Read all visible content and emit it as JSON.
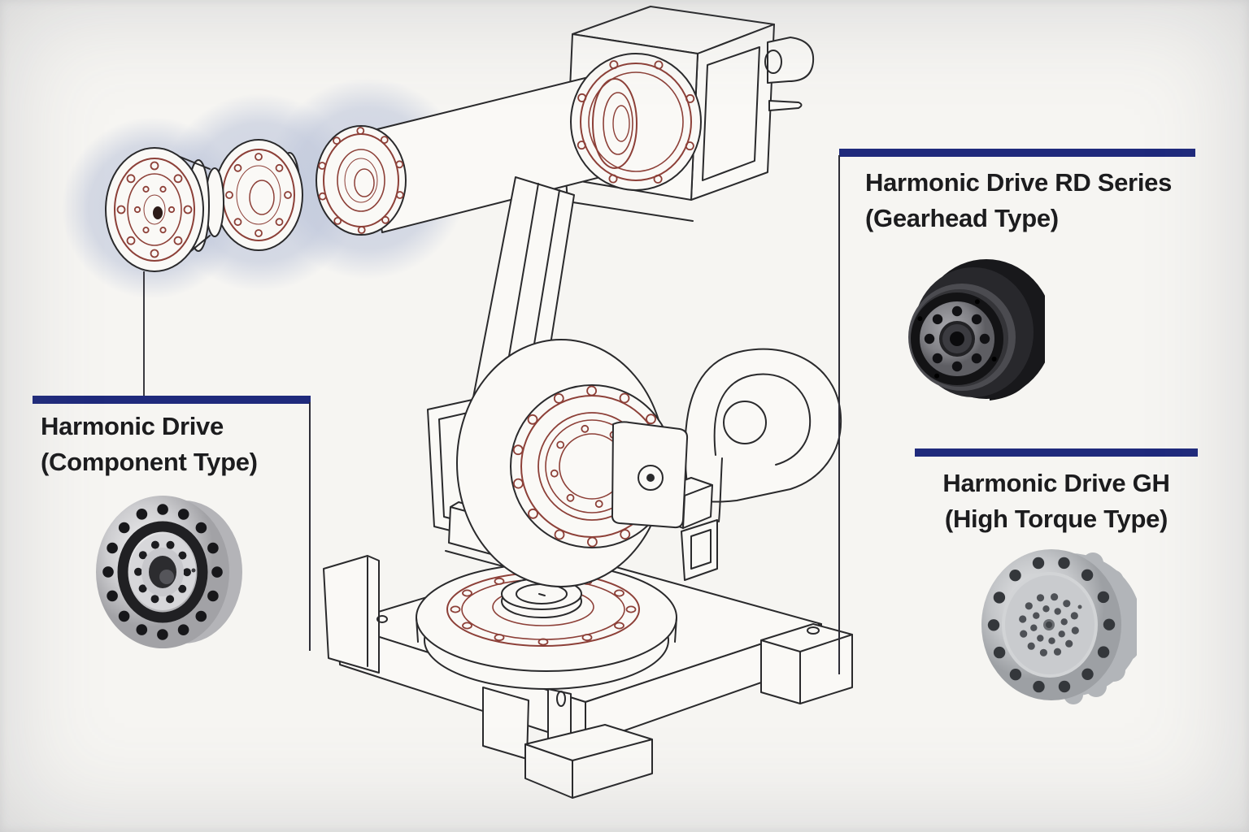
{
  "page": {
    "background_color": "#f6f5f2",
    "accent_color": "#1f2a7c",
    "line_color": "#2a2a2c",
    "joint_highlight_color": "#8d4038",
    "halo_color": "#bfc7db",
    "text_color": "#1c1c1e"
  },
  "labels": {
    "component_type": {
      "line1": "Harmonic Drive",
      "line2": "(Component Type)"
    },
    "rd_series": {
      "line1": "Harmonic Drive RD Series",
      "line2": "(Gearhead Type)"
    },
    "gh": {
      "line1": "Harmonic Drive GH",
      "line2": "(High Torque Type)"
    }
  }
}
